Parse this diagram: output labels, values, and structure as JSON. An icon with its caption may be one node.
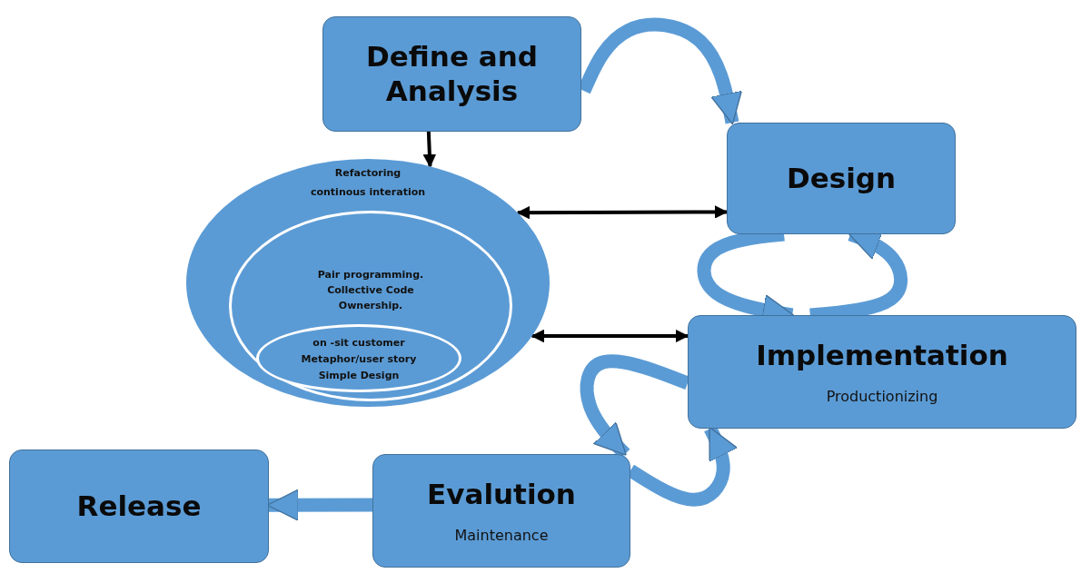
{
  "diagram": {
    "nodes": [
      {
        "text": [
          "Define and Analysis"
        ]
      },
      {
        "text": [
          "Refactoring",
          "continous interation"
        ]
      },
      {
        "text": [
          "Pair programming.",
          "Collective Code Ownership."
        ],
        "in": 1
      },
      {
        "text": [
          "on -sit customer",
          "Metaphor/user story",
          "Simple Design"
        ],
        "in": 2
      },
      {
        "text": [
          "Design"
        ]
      },
      {
        "text": [
          "Implementation",
          "Productionizing"
        ]
      },
      {
        "text": [
          "Evalution",
          "Maintenance"
        ]
      },
      {
        "text": [
          "Release"
        ]
      }
    ],
    "edges": [
      {
        "from": 0,
        "to": 4,
        "arrow": "to"
      },
      {
        "from": 0,
        "to": 1,
        "arrow": "to",
        "color": "#000000"
      },
      {
        "from": 1,
        "to": 4,
        "arrow": "both",
        "color": "#000000"
      },
      {
        "from": 1,
        "to": 5,
        "arrow": "both",
        "color": "#000000"
      },
      {
        "from": 4,
        "to": 5,
        "arrow": "to"
      },
      {
        "from": 5,
        "to": 4,
        "arrow": "to"
      },
      {
        "from": 5,
        "to": 6,
        "arrow": "to"
      },
      {
        "from": 6,
        "to": 5,
        "arrow": "to"
      },
      {
        "from": 6,
        "to": 7,
        "arrow": "to"
      }
    ]
  }
}
